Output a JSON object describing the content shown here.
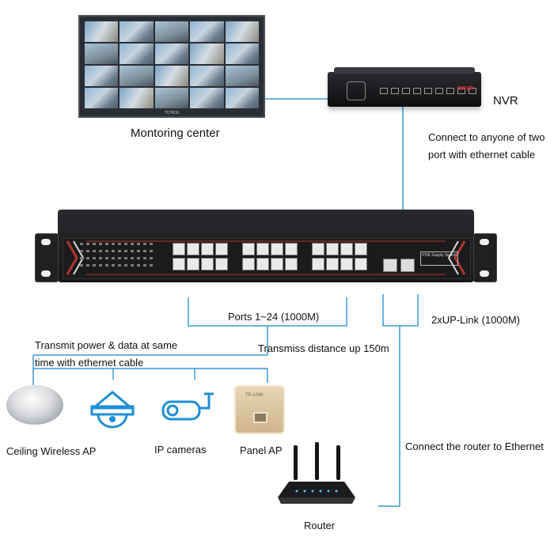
{
  "labels": {
    "monitoring_center": "Montoring center",
    "nvr": "NVR",
    "connect_nvr": "Connect to anyone of two\nport with ethernet cable",
    "ports": "Ports 1~24 (1000M)",
    "uplink": "2xUP-Link (1000M)",
    "transmit": "Transmit power & data at same\ntime with ethernet cable",
    "distance": "Transmiss distance up 150m",
    "ceiling_ap": "Ceiling Wireless AP",
    "ip_cameras": "IP cameras",
    "panel_ap": "Panel AP",
    "router": "Router",
    "connect_router": "Connect the router to Ethernet"
  },
  "device_text": {
    "wall_brand": "TOTKSI",
    "nvr_logo": "ONVR",
    "switch_badge": "POE Supply Switch",
    "panel_brand": "TP-LINK"
  },
  "colors": {
    "wire": "#3b9ad9",
    "device_dark": "#1b1b1e",
    "switch_accent": "#b3352b"
  }
}
